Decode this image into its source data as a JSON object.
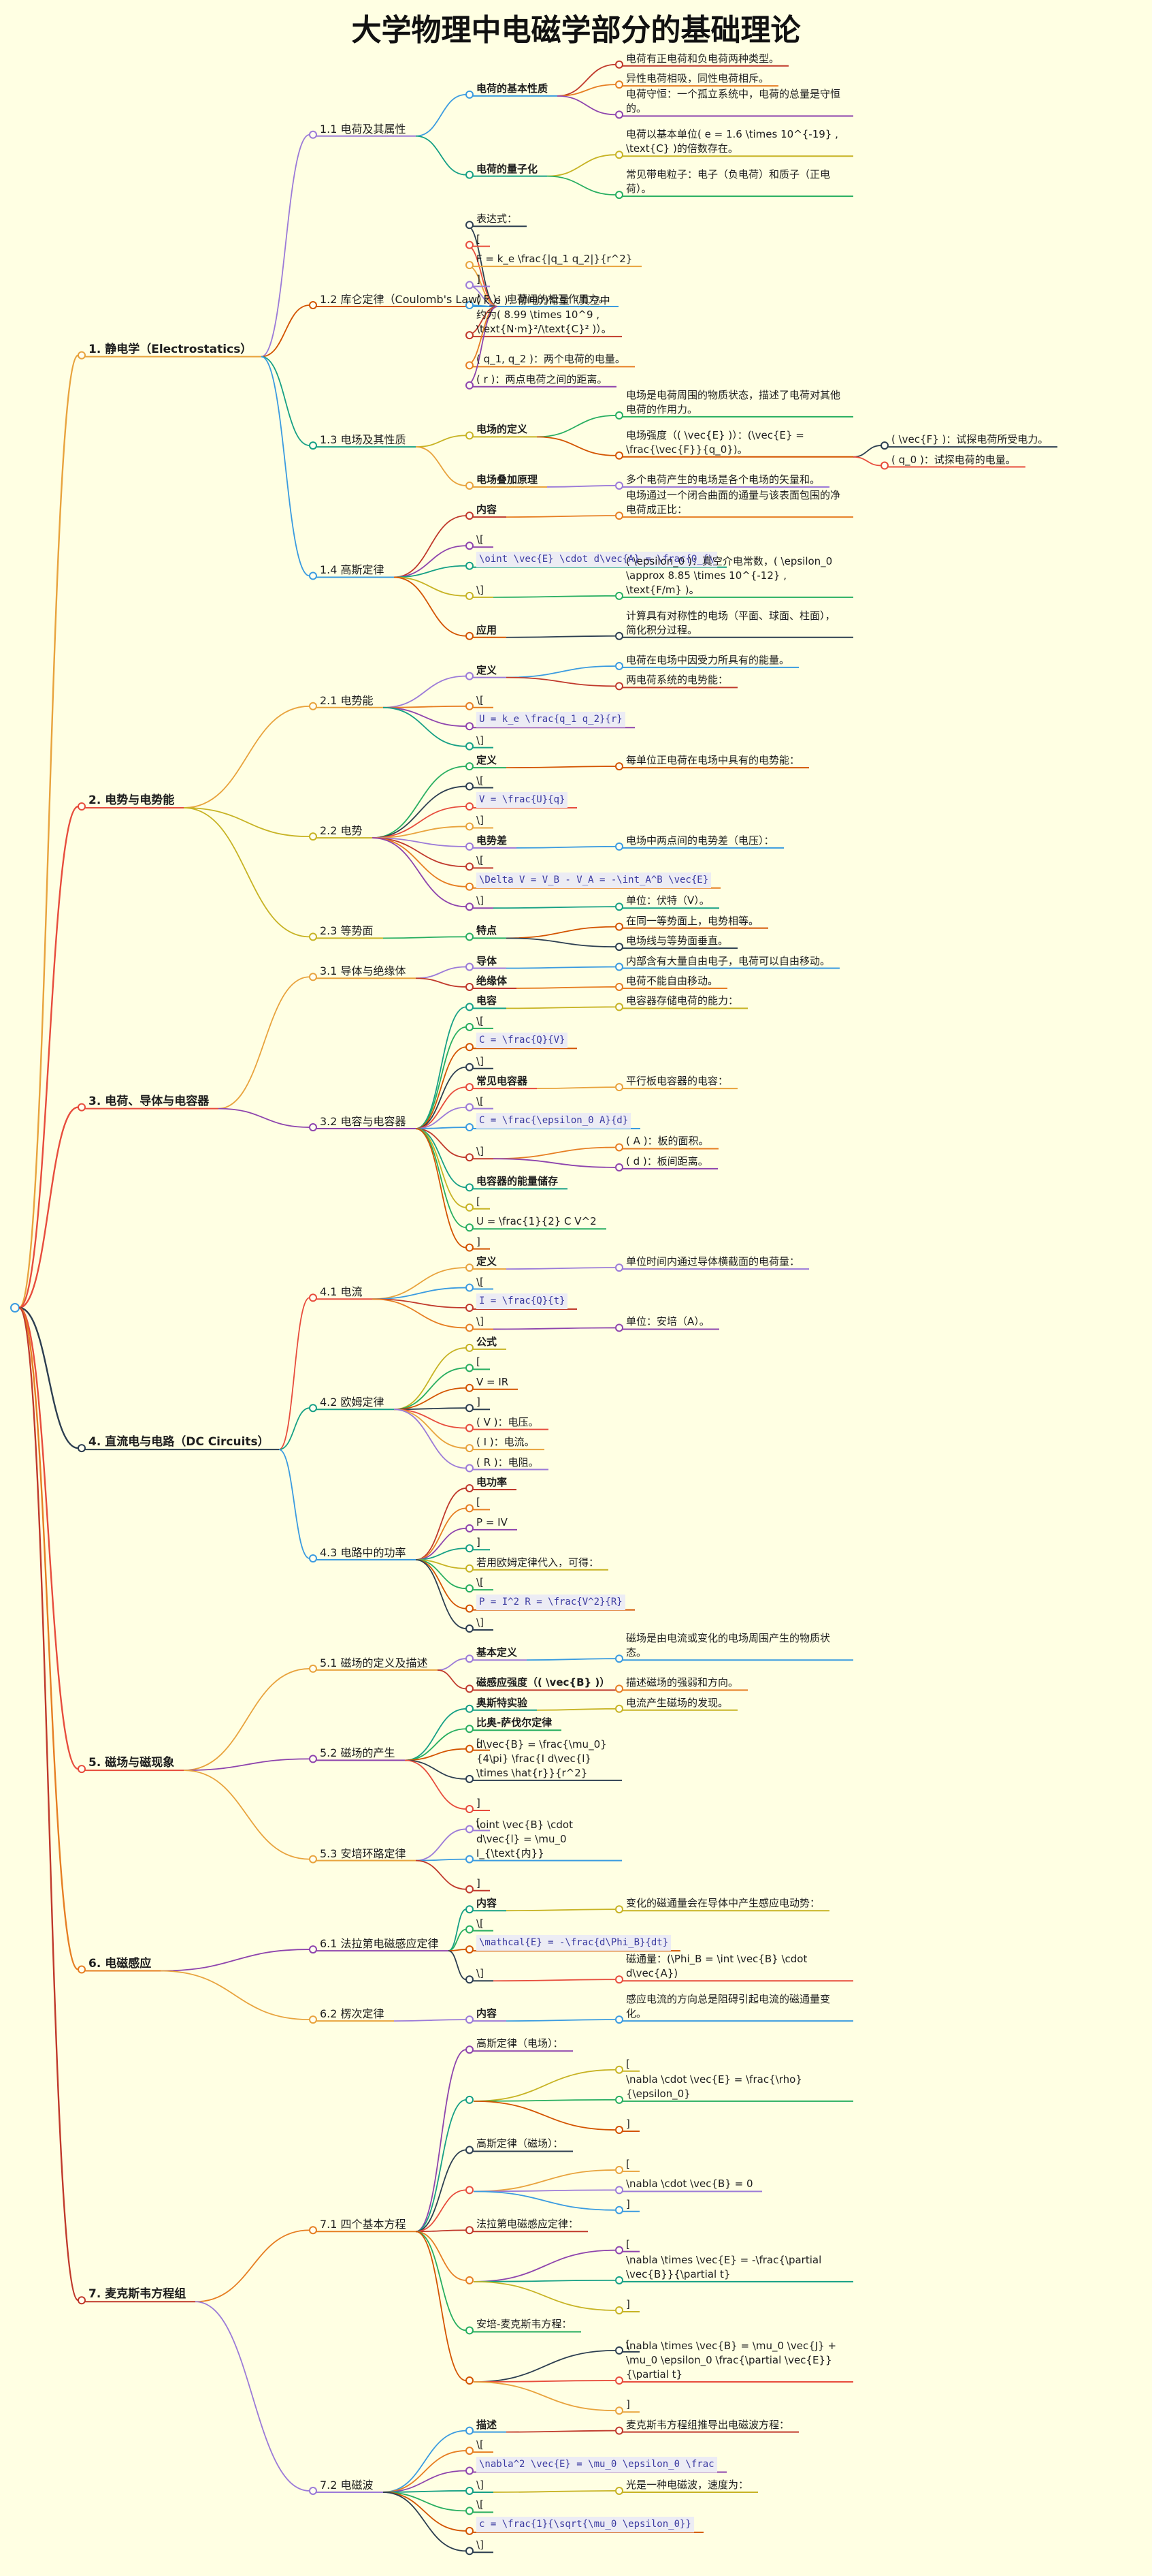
{
  "title": "大学物理中电磁学部分的基础理论",
  "colors": [
    "#e8a33d",
    "#9b7ad8",
    "#3a9be0",
    "#c0392b",
    "#e67e22",
    "#8e44ad",
    "#16a085",
    "#c7b324",
    "#27ae60",
    "#d35400",
    "#2c3e50",
    "#e74c3c"
  ],
  "root": {
    "children": [
      {
        "label": "1. 静电学（Electrostatics）",
        "children": [
          {
            "label": "1.1 电荷及其属性",
            "children": [
              {
                "label": "电荷的基本性质",
                "bold": true,
                "children": [
                  {
                    "label": "电荷有正电荷和负电荷两种类型。"
                  },
                  {
                    "label": "异性电荷相吸，同性电荷相斥。"
                  },
                  {
                    "label": "电荷守恒：一个孤立系统中，电荷的总量是守恒的。",
                    "wrap": true
                  }
                ]
              },
              {
                "label": "电荷的量子化",
                "bold": true,
                "children": [
                  {
                    "label": "电荷以基本单位( e = 1.6 \\times 10^{-19} , \\text{C} )的倍数存在。",
                    "wrap": true
                  },
                  {
                    "label": "常见带电粒子：电子（负电荷）和质子（正电荷）。",
                    "wrap": true
                  }
                ]
              }
            ]
          },
          {
            "label": "1.2 库仑定律（Coulomb's Law）",
            "children": [
              {
                "label": "表达式："
              },
              {
                "label": "["
              },
              {
                "label": "F = k_e \\frac{|q_1 q_2|}{r^2}"
              },
              {
                "label": "]"
              },
              {
                "label": "( F )：电荷间的相互作用力。"
              },
              {
                "label": "( k_e )：静电力常量（真空中约为( 8.99 \\times 10^9 , \\text{N·m}²/\\text{C}² )）。",
                "wrap": true
              },
              {
                "label": "( q_1, q_2 )：两个电荷的电量。"
              },
              {
                "label": "( r )：两点电荷之间的距离。"
              }
            ]
          },
          {
            "label": "1.3 电场及其性质",
            "children": [
              {
                "label": "电场的定义",
                "bold": true,
                "children": [
                  {
                    "label": "电场是电荷周围的物质状态，描述了电荷对其他电荷的作用力。",
                    "wrap": true
                  },
                  {
                    "label": "电场强度（( \\vec{E} )）：(\\vec{E} = \\frac{\\vec{F}}{q_0})。",
                    "wrap": true,
                    "children": [
                      {
                        "label": "( \\vec{F} )：试探电荷所受电力。"
                      },
                      {
                        "label": "( q_0 )：试探电荷的电量。"
                      }
                    ]
                  }
                ]
              },
              {
                "label": "电场叠加原理",
                "bold": true,
                "children": [
                  {
                    "label": "多个电荷产生的电场是各个电场的矢量和。"
                  }
                ]
              }
            ]
          },
          {
            "label": "1.4 高斯定律",
            "children": [
              {
                "label": "内容",
                "bold": true,
                "children": [
                  {
                    "label": "电场通过一个闭合曲面的通量与该表面包围的净电荷成正比：",
                    "wrap": true
                  }
                ]
              },
              {
                "label": "\\["
              },
              {
                "label": "\\oint \\vec{E} \\cdot d\\vec{A} = \\frac{Q_{\\",
                "code": true
              },
              {
                "label": "\\]",
                "children": [
                  {
                    "label": "( \\epsilon_0 )：真空介电常数，( \\epsilon_0 \\approx 8.85 \\times 10^{-12} , \\text{F/m} )。",
                    "wrap": true
                  }
                ]
              },
              {
                "label": "应用",
                "bold": true,
                "children": [
                  {
                    "label": "计算具有对称性的电场（平面、球面、柱面），简化积分过程。",
                    "wrap": true
                  }
                ]
              }
            ]
          }
        ]
      },
      {
        "label": "2. 电势与电势能",
        "children": [
          {
            "label": "2.1 电势能",
            "children": [
              {
                "label": "定义",
                "bold": true,
                "children": [
                  {
                    "label": "电荷在电场中因受力所具有的能量。"
                  },
                  {
                    "label": "两电荷系统的电势能："
                  }
                ]
              },
              {
                "label": "\\["
              },
              {
                "label": "U = k_e \\frac{q_1 q_2}{r}",
                "code": true
              },
              {
                "label": "\\]"
              }
            ]
          },
          {
            "label": "2.2 电势",
            "children": [
              {
                "label": "定义",
                "bold": true,
                "children": [
                  {
                    "label": "每单位正电荷在电场中具有的电势能："
                  }
                ]
              },
              {
                "label": "\\["
              },
              {
                "label": "V = \\frac{U}{q}",
                "code": true
              },
              {
                "label": "\\]"
              },
              {
                "label": "电势差",
                "bold": true,
                "children": [
                  {
                    "label": "电场中两点间的电势差（电压）："
                  }
                ]
              },
              {
                "label": "\\["
              },
              {
                "label": "\\Delta V = V_B - V_A = -\\int_A^B \\vec{E}",
                "code": true
              },
              {
                "label": "\\]",
                "children": [
                  {
                    "label": "单位：伏特（V）。"
                  }
                ]
              }
            ]
          },
          {
            "label": "2.3 等势面",
            "children": [
              {
                "label": "特点",
                "bold": true,
                "children": [
                  {
                    "label": "在同一等势面上，电势相等。"
                  },
                  {
                    "label": "电场线与等势面垂直。"
                  }
                ]
              }
            ]
          }
        ]
      },
      {
        "label": "3. 电荷、导体与电容器",
        "children": [
          {
            "label": "3.1 导体与绝缘体",
            "children": [
              {
                "label": "导体",
                "bold": true,
                "children": [
                  {
                    "label": "内部含有大量自由电子，电荷可以自由移动。"
                  }
                ]
              },
              {
                "label": "绝缘体",
                "bold": true,
                "children": [
                  {
                    "label": "电荷不能自由移动。"
                  }
                ]
              }
            ]
          },
          {
            "label": "3.2 电容与电容器",
            "children": [
              {
                "label": "电容",
                "bold": true,
                "children": [
                  {
                    "label": "电容器存储电荷的能力："
                  }
                ]
              },
              {
                "label": "\\["
              },
              {
                "label": "C = \\frac{Q}{V}",
                "code": true
              },
              {
                "label": "\\]"
              },
              {
                "label": "常见电容器",
                "bold": true,
                "children": [
                  {
                    "label": "平行板电容器的电容："
                  }
                ]
              },
              {
                "label": "\\["
              },
              {
                "label": "C = \\frac{\\epsilon_0 A}{d}",
                "code": true
              },
              {
                "label": "\\]",
                "children": [
                  {
                    "label": "( A )：板的面积。"
                  },
                  {
                    "label": "( d )：板间距离。"
                  }
                ]
              },
              {
                "label": "电容器的能量储存",
                "bold": true
              },
              {
                "label": "["
              },
              {
                "label": "U = \\frac{1}{2} C V^2"
              },
              {
                "label": "]"
              }
            ]
          }
        ]
      },
      {
        "label": "4. 直流电与电路（DC Circuits）",
        "children": [
          {
            "label": "4.1 电流",
            "children": [
              {
                "label": "定义",
                "bold": true,
                "children": [
                  {
                    "label": "单位时间内通过导体横截面的电荷量："
                  }
                ]
              },
              {
                "label": "\\["
              },
              {
                "label": "I = \\frac{Q}{t}",
                "code": true
              },
              {
                "label": "\\]",
                "children": [
                  {
                    "label": "单位：安培（A）。"
                  }
                ]
              }
            ]
          },
          {
            "label": "4.2 欧姆定律",
            "children": [
              {
                "label": "公式",
                "bold": true
              },
              {
                "label": "["
              },
              {
                "label": "V = IR"
              },
              {
                "label": "]"
              },
              {
                "label": "( V )：电压。"
              },
              {
                "label": "( I )：电流。"
              },
              {
                "label": "( R )：电阻。"
              }
            ]
          },
          {
            "label": "4.3 电路中的功率",
            "children": [
              {
                "label": "电功率",
                "bold": true
              },
              {
                "label": "["
              },
              {
                "label": "P = IV"
              },
              {
                "label": "]"
              },
              {
                "label": "若用欧姆定律代入，可得："
              },
              {
                "label": "\\["
              },
              {
                "label": "P = I^2 R = \\frac{V^2}{R}",
                "code": true
              },
              {
                "label": "\\]"
              }
            ]
          }
        ]
      },
      {
        "label": "5. 磁场与磁现象",
        "children": [
          {
            "label": "5.1 磁场的定义及描述",
            "children": [
              {
                "label": "基本定义",
                "bold": true,
                "children": [
                  {
                    "label": "磁场是由电流或变化的电场周围产生的物质状态。",
                    "wrap": true
                  }
                ]
              },
              {
                "label": "磁感应强度（( \\vec{B} )）",
                "bold": true,
                "children": [
                  {
                    "label": "描述磁场的强弱和方向。"
                  }
                ]
              }
            ]
          },
          {
            "label": "5.2 磁场的产生",
            "children": [
              {
                "label": "奥斯特实验",
                "bold": true,
                "children": [
                  {
                    "label": "电流产生磁场的发现。"
                  }
                ]
              },
              {
                "label": "比奥-萨伐尔定律",
                "bold": true
              },
              {
                "label": "["
              },
              {
                "label": "d\\vec{B} = \\frac{\\mu_0}{4\\pi} \\frac{I d\\vec{l} \\times \\hat{r}}{r^2}",
                "wrap": true
              },
              {
                "label": "]"
              }
            ]
          },
          {
            "label": "5.3 安培环路定律",
            "children": [
              {
                "label": "["
              },
              {
                "label": "\\oint \\vec{B} \\cdot d\\vec{l} = \\mu_0 I_{\\text{内}}",
                "wrap": true
              },
              {
                "label": "]"
              }
            ]
          }
        ]
      },
      {
        "label": "6. 电磁感应",
        "children": [
          {
            "label": "6.1 法拉第电磁感应定律",
            "children": [
              {
                "label": "内容",
                "bold": true,
                "children": [
                  {
                    "label": "变化的磁通量会在导体中产生感应电动势："
                  }
                ]
              },
              {
                "label": "\\["
              },
              {
                "label": "\\mathcal{E} = -\\frac{d\\Phi_B}{dt}",
                "code": true
              },
              {
                "label": "\\]",
                "children": [
                  {
                    "label": "磁通量：(\\Phi_B = \\int \\vec{B} \\cdot d\\vec{A})",
                    "wrap": true
                  }
                ]
              }
            ]
          },
          {
            "label": "6.2 楞次定律",
            "children": [
              {
                "label": "内容",
                "bold": true,
                "children": [
                  {
                    "label": "感应电流的方向总是阻碍引起电流的磁通量变化。",
                    "wrap": true
                  }
                ]
              }
            ]
          }
        ]
      },
      {
        "label": "7. 麦克斯韦方程组",
        "children": [
          {
            "label": "7.1 四个基本方程",
            "children": [
              {
                "label": "高斯定律（电场）："
              },
              {
                "label": "",
                "children": [
                  {
                    "label": "["
                  },
                  {
                    "label": "\\nabla \\cdot \\vec{E} = \\frac{\\rho}{\\epsilon_0}",
                    "wrap": true
                  },
                  {
                    "label": "]"
                  }
                ]
              },
              {
                "label": "高斯定律（磁场）："
              },
              {
                "label": "",
                "children": [
                  {
                    "label": "["
                  },
                  {
                    "label": "\\nabla \\cdot \\vec{B} = 0"
                  },
                  {
                    "label": "]"
                  }
                ]
              },
              {
                "label": "法拉第电磁感应定律："
              },
              {
                "label": "",
                "children": [
                  {
                    "label": "["
                  },
                  {
                    "label": "\\nabla \\times \\vec{E} = -\\frac{\\partial \\vec{B}}{\\partial t}",
                    "wrap": true
                  },
                  {
                    "label": "]"
                  }
                ]
              },
              {
                "label": "安培-麦克斯韦方程："
              },
              {
                "label": "",
                "children": [
                  {
                    "label": "["
                  },
                  {
                    "label": "\\nabla \\times \\vec{B} = \\mu_0 \\vec{J} + \\mu_0 \\epsilon_0 \\frac{\\partial \\vec{E}}{\\partial t}",
                    "wrap": true
                  },
                  {
                    "label": "]"
                  }
                ]
              }
            ]
          },
          {
            "label": "7.2 电磁波",
            "children": [
              {
                "label": "描述",
                "bold": true,
                "children": [
                  {
                    "label": "麦克斯韦方程组推导出电磁波方程："
                  }
                ]
              },
              {
                "label": "\\["
              },
              {
                "label": "\\nabla^2 \\vec{E} = \\mu_0 \\epsilon_0 \\frac",
                "code": true
              },
              {
                "label": "\\]",
                "children": [
                  {
                    "label": "光是一种电磁波，速度为："
                  }
                ]
              },
              {
                "label": "\\["
              },
              {
                "label": "c = \\frac{1}{\\sqrt{\\mu_0 \\epsilon_0}}",
                "code": true
              },
              {
                "label": "\\]"
              }
            ]
          }
        ]
      }
    ]
  }
}
